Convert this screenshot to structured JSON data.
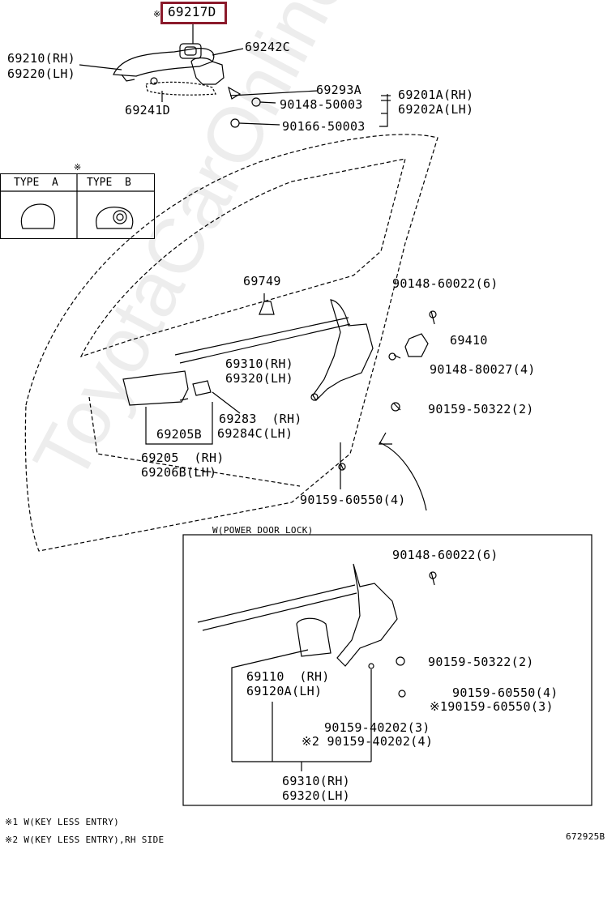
{
  "labels": {
    "p69217d": "69217D",
    "p69210": "69210(RH)",
    "p69220": "69220(LH)",
    "p69242c": "69242C",
    "p69293a": "69293A",
    "p90148_50003": "90148-50003",
    "p69201a": "69201A(RH)",
    "p69202a": "69202A(LH)",
    "p69241d": "69241D",
    "p90166_50003": "90166-50003",
    "type_a": "TYPE  A",
    "type_b": "TYPE  B",
    "p69749": "69749",
    "p90148_60022_a": "90148-60022(6)",
    "p69410": "69410",
    "p90148_80027": "90148-80027(4)",
    "p69310_a": "69310(RH)",
    "p69320_a": "69320(LH)",
    "p90159_50322_a": "90159-50322(2)",
    "p69283": "69283  (RH)",
    "p69284c": "69284C(LH)",
    "p69205b": "69205B",
    "p69205": "69205  (RH)",
    "p69206b": "69206B(LH)",
    "p90159_60550_a": "90159-60550(4)",
    "power_lock": "W(POWER DOOR LOCK)",
    "p90148_60022_b": "90148-60022(6)",
    "p90159_50322_b": "90159-50322(2)",
    "p69110": "69110  (RH)",
    "p69120a": "69120A(LH)",
    "p90159_60550_b": "90159-60550(4)",
    "p90159_60550_c": "※190159-60550(3)",
    "p90159_40202_a": "90159-40202(3)",
    "p90159_40202_b": "※2 90159-40202(4)",
    "p69310_b": "69310(RH)",
    "p69320_b": "69320(LH)",
    "note1": "※1 W(KEY LESS ENTRY)",
    "note2": "※2 W(KEY LESS ENTRY),RH SIDE",
    "diagram_no": "672925B",
    "asterisk": "※",
    "asterisk2": "※"
  },
  "watermark": "ToyotaCarOnline.ru",
  "colors": {
    "highlight": "#8b1a2b",
    "line": "#000000"
  }
}
